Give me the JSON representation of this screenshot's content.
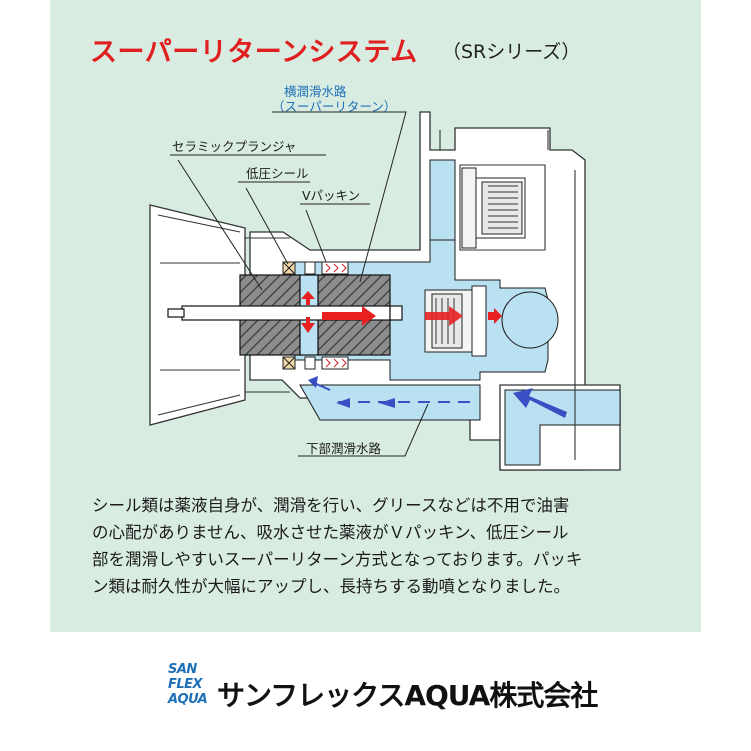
{
  "title": "スーパーリターンシステム",
  "subtitle": "（SRシリーズ）",
  "labels": {
    "horizontal_path": "横潤滑水路",
    "horizontal_path_sub": "（スーパーリターン）",
    "ceramic_plunger": "セラミックプランジャ",
    "low_pressure_seal": "低圧シール",
    "v_packing": "Vパッキン",
    "lower_path": "下部潤滑水路"
  },
  "description": [
    "シール類は薬液自身が、潤滑を行い、グリースなどは不用で油害",
    "の心配がありません、吸水させた薬液がＶパッキン、低圧シール",
    "部を潤滑しやすいスーパーリターン方式となっております。パッキ",
    "ン類は耐久性が大幅にアップし、長持ちする動噴となりました。"
  ],
  "logo": {
    "mark_lines": [
      "SAN",
      "FLEX",
      "AQUA"
    ],
    "company": "サンフレックスAQUA株式会社"
  },
  "colors": {
    "panel": "#d9ece1",
    "title": "#e02020",
    "water": "#b9e1f2",
    "label_blue": "#1d6fb8",
    "arrow_red": "#e82020",
    "arrow_blue": "#3a4fc4"
  }
}
